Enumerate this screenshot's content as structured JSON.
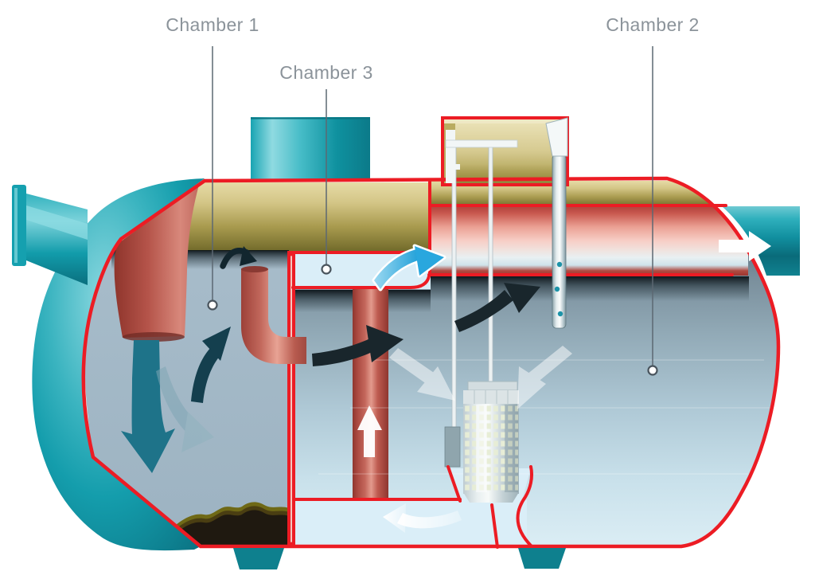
{
  "diagram": {
    "labels": [
      {
        "id": "chamber-1",
        "text": "Chamber 1"
      },
      {
        "id": "chamber-3",
        "text": "Chamber 3"
      },
      {
        "id": "chamber-2",
        "text": "Chamber 2"
      }
    ],
    "palette": {
      "shell_teal": "#12A0AF",
      "cut_outline_red": "#EC1C24",
      "laminate_khaki": "#C9BC77",
      "water_chamber1": "#A4B9C7",
      "water_chamber2_top": "#5F7380",
      "water_chamber2_bottom": "#DCEEF5",
      "clarified_water": "#DAEEF8",
      "pipe_brick_red": "#C4675C",
      "flow_arrow_dark": "#1A262C",
      "flow_arrow_teal": "#1E7389",
      "flow_arrow_blue": "#2BA7DE",
      "label_text": "#8B939A"
    }
  }
}
